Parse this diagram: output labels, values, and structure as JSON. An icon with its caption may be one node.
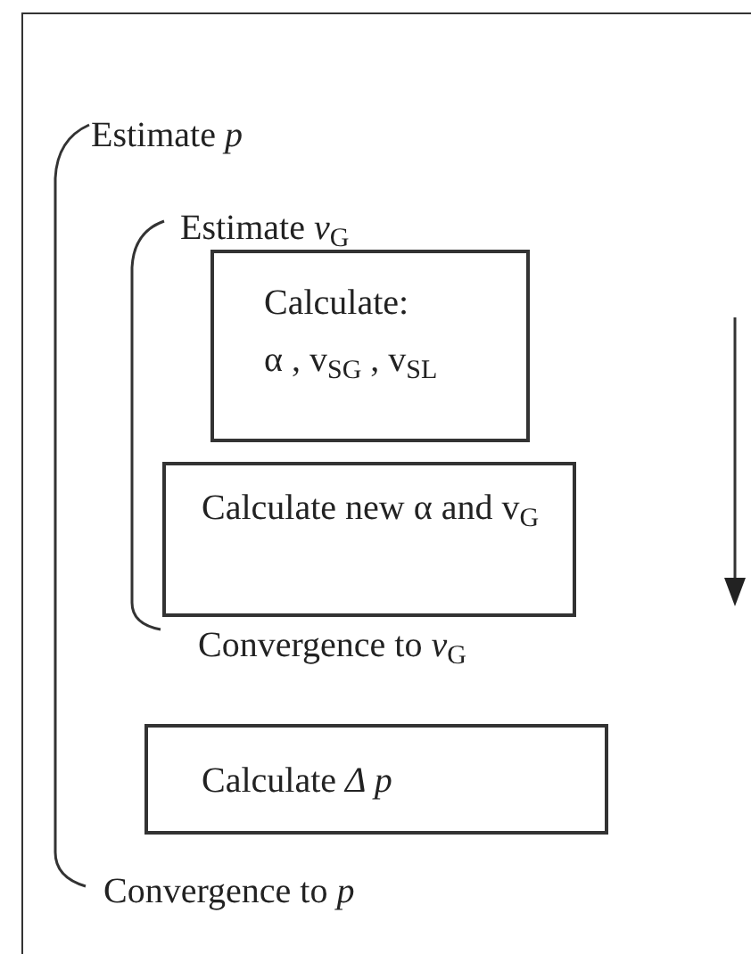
{
  "diagram": {
    "nodes": [
      {
        "text": [],
        "shape": "box"
      },
      {
        "text": [
          "Calculate:",
          "α , v$_{SG}$ , v$_{SL}$"
        ],
        "in": 0
      },
      {
        "text": [
          "Calculate  new  α and v$_{G}$"
        ],
        "in": 0
      },
      {
        "text": [
          "Calculate *Δ p*"
        ],
        "in": 0
      }
    ],
    "labels": [
      "Estimate *p*",
      "Estimate *v*$_{G}$",
      "Convergence to  *v*$_{G}$",
      "Convergence to  *p*"
    ]
  }
}
